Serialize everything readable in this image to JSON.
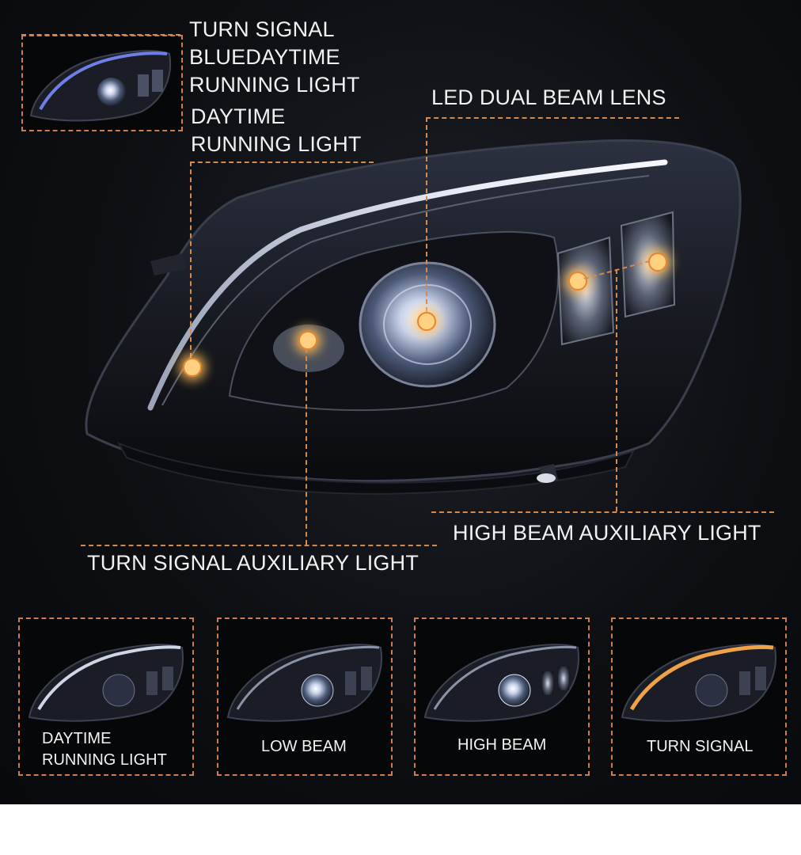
{
  "callouts": {
    "turn_signal_blue_daytime": [
      "TURN SIGNAL",
      "BLUEDAYTIME",
      "RUNNING LIGHT"
    ],
    "daytime_running_light": [
      "DAYTIME",
      "RUNNING LIGHT"
    ],
    "led_dual_beam_lens": "LED DUAL BEAM LENS",
    "high_beam_auxiliary_light": "HIGH BEAM AUXILIARY LIGHT",
    "turn_signal_auxiliary_light": "TURN SIGNAL AUXILIARY LIGHT"
  },
  "modes": [
    {
      "label_lines": [
        "DAYTIME",
        "RUNNING LIGHT"
      ],
      "accent": "#cfd6e6"
    },
    {
      "label_lines": [
        "LOW BEAM"
      ],
      "accent": "#bfc9dd"
    },
    {
      "label_lines": [
        "HIGH BEAM"
      ],
      "accent": "#e6ecf7"
    },
    {
      "label_lines": [
        "TURN SIGNAL"
      ],
      "accent": "#f0a24a"
    }
  ],
  "colors": {
    "background": "#0d0f13",
    "callout_line": "#d7894a",
    "dot_glow": "#ffd180",
    "label_text": "#f2f2f2",
    "drl_blue": "#6f7fe8",
    "turn_amber": "#f0a24a"
  }
}
